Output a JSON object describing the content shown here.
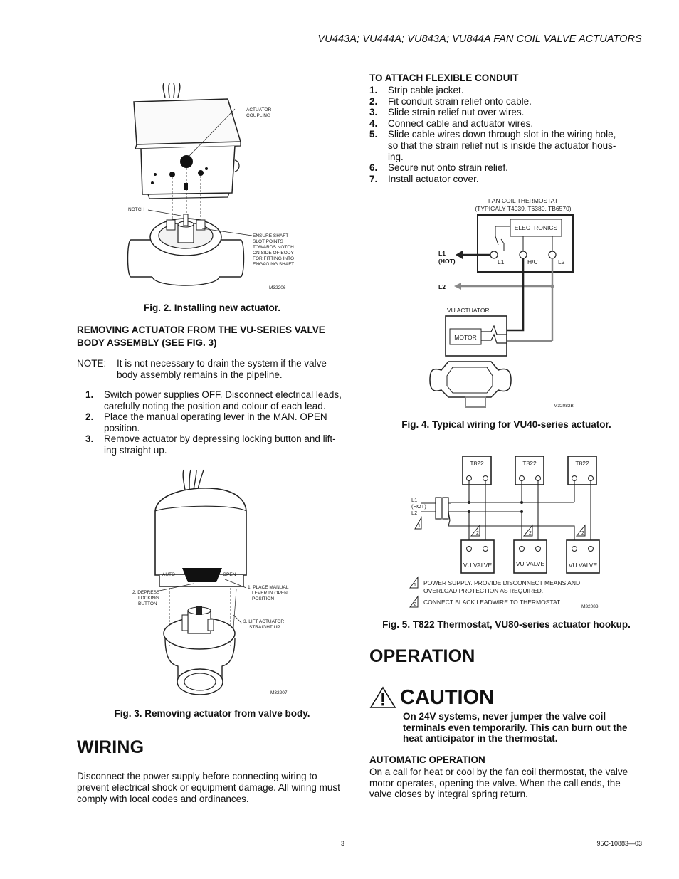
{
  "header": {
    "title": "VU443A; VU444A; VU843A; VU844A FAN COIL VALVE ACTUATORS"
  },
  "fig2": {
    "labels": {
      "coupling_1": "ACTUATOR",
      "coupling_2": "COUPLING",
      "notch": "NOTCH",
      "ensure_1": "ENSURE SHAFT",
      "ensure_2": "SLOT POINTS",
      "ensure_3": "TOWARDS NOTCH",
      "ensure_4": "ON SIDE OF BODY",
      "ensure_5": "FOR FITTING INTO",
      "ensure_6": "ENGAGING SHAFT",
      "code": "M32206"
    },
    "caption": "Fig. 2. Installing new actuator."
  },
  "removing": {
    "heading_1": "REMOVING ACTUATOR FROM THE VU-SERIES VALVE",
    "heading_2": "BODY ASSEMBLY (SEE FIG. 3)",
    "note_label": "NOTE:",
    "note_1": "It is not necessary to drain the system if the valve",
    "note_2": "body assembly remains in the pipeline.",
    "steps": [
      {
        "num": "1.",
        "line1": "Switch power supplies OFF. Disconnect electrical leads,",
        "line2": "carefully noting the position and colour of each lead."
      },
      {
        "num": "2.",
        "line1": "Place the manual operating lever in the MAN. OPEN",
        "line2": "position."
      },
      {
        "num": "3.",
        "line1": "Remove actuator by depressing locking button and lift-",
        "line2": "ing straight up."
      }
    ]
  },
  "fig3": {
    "labels": {
      "auto": "AUTO",
      "open": "OPEN",
      "depress_1": "2. DEPRESS",
      "depress_2": "LOCKING",
      "depress_3": "BUTTON",
      "manual_1": "1. PLACE MANUAL",
      "manual_2": "LEVER IN OPEN",
      "manual_3": "POSITION",
      "lift_1": "3. LIFT ACTUATOR",
      "lift_2": "STRAIGHT UP",
      "code": "M32207"
    },
    "caption": "Fig. 3. Removing actuator from valve body."
  },
  "wiring": {
    "heading": "WIRING",
    "text_1": "Disconnect the power supply before connecting wiring to",
    "text_2": "prevent electrical shock or equipment damage. All wiring must",
    "text_3": "comply with local codes and ordinances."
  },
  "conduit": {
    "heading": "TO ATTACH FLEXIBLE CONDUIT",
    "steps": [
      {
        "num": "1.",
        "lines": [
          "Strip cable jacket."
        ]
      },
      {
        "num": "2.",
        "lines": [
          "Fit conduit strain relief onto cable."
        ]
      },
      {
        "num": "3.",
        "lines": [
          "Slide strain relief nut over wires."
        ]
      },
      {
        "num": "4.",
        "lines": [
          "Connect cable and actuator wires."
        ]
      },
      {
        "num": "5.",
        "lines": [
          "Slide cable wires down through slot in the wiring hole,",
          "so that the strain relief nut is inside the actuator hous-",
          "ing."
        ]
      },
      {
        "num": "6.",
        "lines": [
          "Secure nut onto strain relief."
        ]
      },
      {
        "num": "7.",
        "lines": [
          "Install actuator cover."
        ]
      }
    ]
  },
  "fig4": {
    "labels": {
      "thermostat_1": "FAN COIL THERMOSTAT",
      "thermostat_2": "(TYPICALY T4039, T6380, TB6570)",
      "electronics": "ELECTRONICS",
      "l1_hot_1": "L1",
      "l1_hot_2": "(HOT)",
      "t_l1": "L1",
      "t_hc": "H/C",
      "t_l2": "L2",
      "l2": "L2",
      "vu_actuator": "VU ACTUATOR",
      "motor": "MOTOR",
      "code": "M32082B"
    },
    "caption": "Fig. 4. Typical wiring for VU40-series actuator."
  },
  "fig5": {
    "labels": {
      "t822_1": "T822",
      "t822_2": "T822",
      "t822_3": "T822",
      "l1": "L1",
      "hot": "(HOT)",
      "l2": "L2",
      "mark1": "1",
      "mark2": "2",
      "valve_1": "VU VALVE",
      "valve_2": "VU VALVE",
      "valve_3": "VU VALVE",
      "note1_1": "POWER SUPPLY. PROVIDE DISCONNECT MEANS AND",
      "note1_2": "OVERLOAD PROTECTION AS REQUIRED.",
      "note2": "CONNECT BLACK LEADWIRE TO THERMOSTAT.",
      "code": "M32083"
    },
    "caption": "Fig. 5. T822 Thermostat, VU80-series actuator hookup."
  },
  "operation": {
    "heading": "OPERATION",
    "caution": "CAUTION",
    "warn_1": "On 24V systems, never jumper the valve coil",
    "warn_2": "terminals even temporarily. This can burn out the",
    "warn_3": "heat anticipator in the thermostat.",
    "auto_heading": "AUTOMATIC OPERATION",
    "auto_1": "On a call for heat or cool by the fan coil thermostat, the valve",
    "auto_2": "motor operates, opening the valve. When the call ends, the",
    "auto_3": "valve closes by integral spring return."
  },
  "footer": {
    "page": "3",
    "doc": "95C-10883—03"
  }
}
